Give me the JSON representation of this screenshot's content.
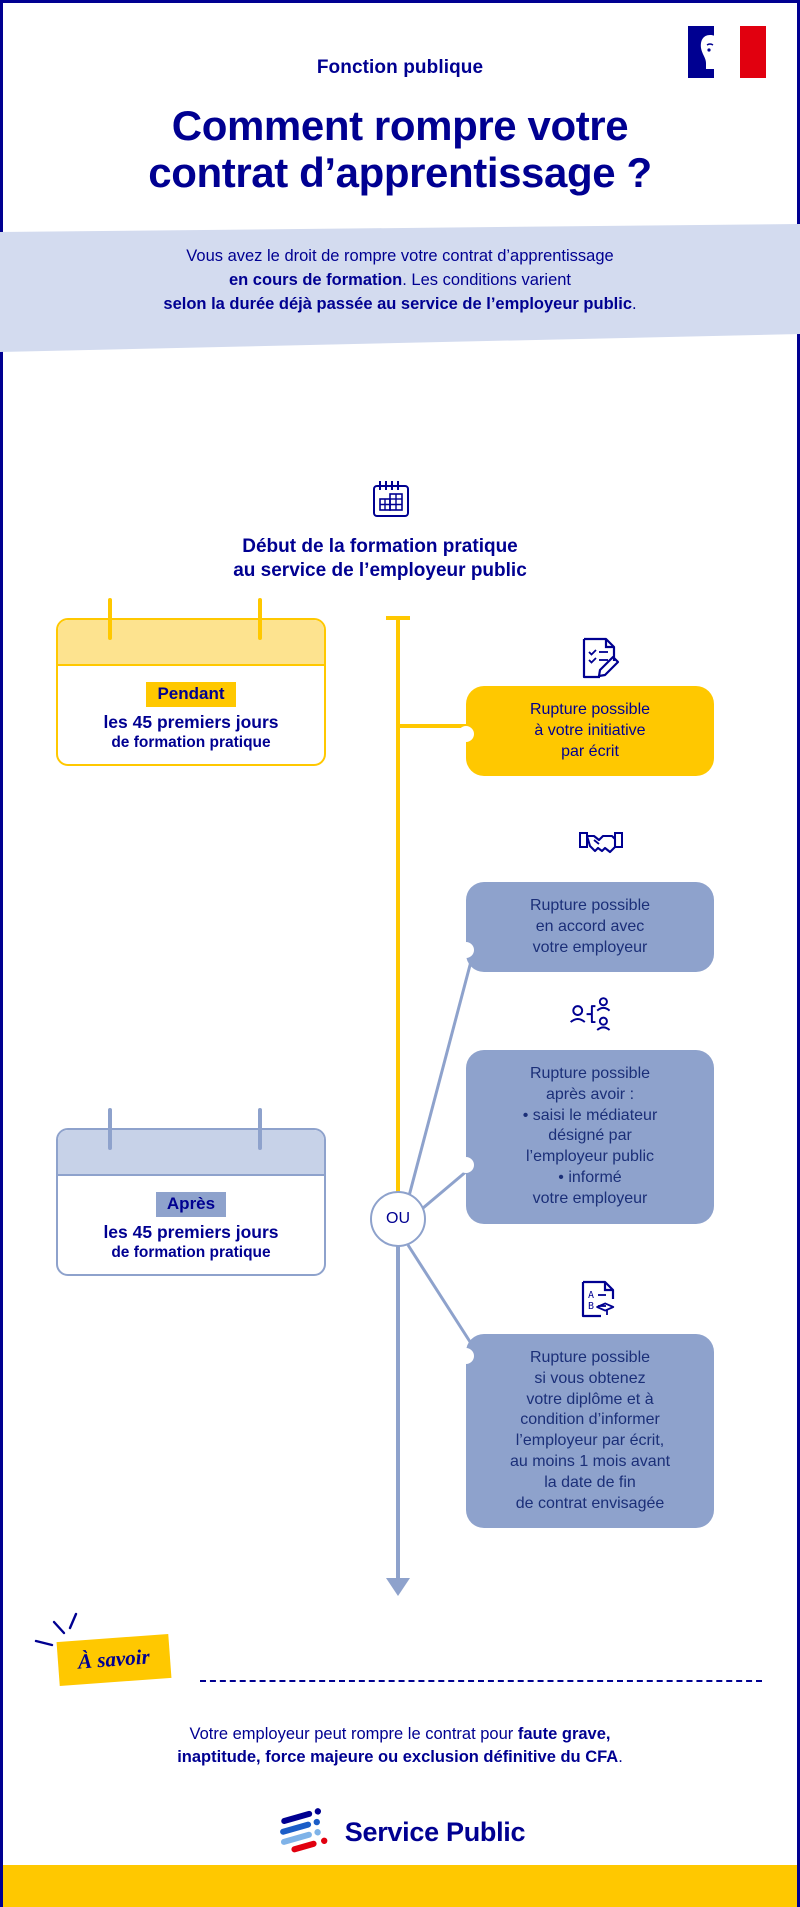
{
  "header": {
    "kicker": "Fonction publique",
    "title_line1": "Comment rompre votre",
    "title_line2": "contrat d’apprentissage ?",
    "flag_icon": "french-republic-flag-marianne"
  },
  "intro": {
    "line1": "Vous avez le droit de rompre votre contrat d’apprentissage",
    "line2_bold": "en cours de formation",
    "line2_rest": ". Les conditions varient",
    "line3_bold": "selon la durée déjà passée au service de l’employeur public",
    "line3_rest": "."
  },
  "timeline": {
    "top_icon": "calendar-icon",
    "start_label_line1": "Début de la formation pratique",
    "start_label_line2": "au service de l’employeur public",
    "or_label": "OU"
  },
  "periods": [
    {
      "id": "pendant",
      "chip": "Pendant",
      "line1": "les 45 premiers jours",
      "line2": "de formation pratique",
      "accent": "#ffc800"
    },
    {
      "id": "apres",
      "chip": "Après",
      "line1": "les 45 premiers jours",
      "line2": "de formation pratique",
      "accent": "#8ea2cc"
    }
  ],
  "options": [
    {
      "id": "initiative",
      "icon": "checklist-pen-icon",
      "style": "yellow",
      "lines": [
        "Rupture possible",
        "à votre initiative",
        "par écrit"
      ]
    },
    {
      "id": "accord",
      "icon": "handshake-icon",
      "style": "blue",
      "lines": [
        "Rupture possible",
        "en accord avec",
        "votre employeur"
      ]
    },
    {
      "id": "mediateur",
      "icon": "mediator-people-icon",
      "style": "blue",
      "lines": [
        "Rupture possible",
        "après avoir :"
      ],
      "bullets": [
        [
          "• saisi le médiateur",
          "désigné par",
          "l’employeur public"
        ],
        [
          "• informé",
          "votre employeur"
        ]
      ]
    },
    {
      "id": "diplome",
      "icon": "diploma-document-icon",
      "style": "blue",
      "lines": [
        "Rupture possible",
        "si vous obtenez",
        "votre diplôme et à",
        "condition d’informer",
        "l’employeur par écrit,",
        "au moins 1 mois avant",
        "la date de fin",
        "de contrat envisagée"
      ]
    }
  ],
  "footnote": {
    "tag": "À savoir",
    "line1_rest": "Votre employeur peut rompre le contrat pour ",
    "line1_bold": "faute grave,",
    "line2_bold": "inaptitude, force majeure ou exclusion définitive du CFA",
    "line2_rest": "."
  },
  "footer": {
    "logo_icon": "service-public-logo",
    "logo_text": "Service Public"
  },
  "colors": {
    "blue": "#000091",
    "yellow": "#ffc800",
    "light_yellow": "#fde38f",
    "periwinkle": "#8ea2cc",
    "light_periwinkle": "#c7d2e8",
    "band": "#d3dbef",
    "red": "#e1000f"
  }
}
